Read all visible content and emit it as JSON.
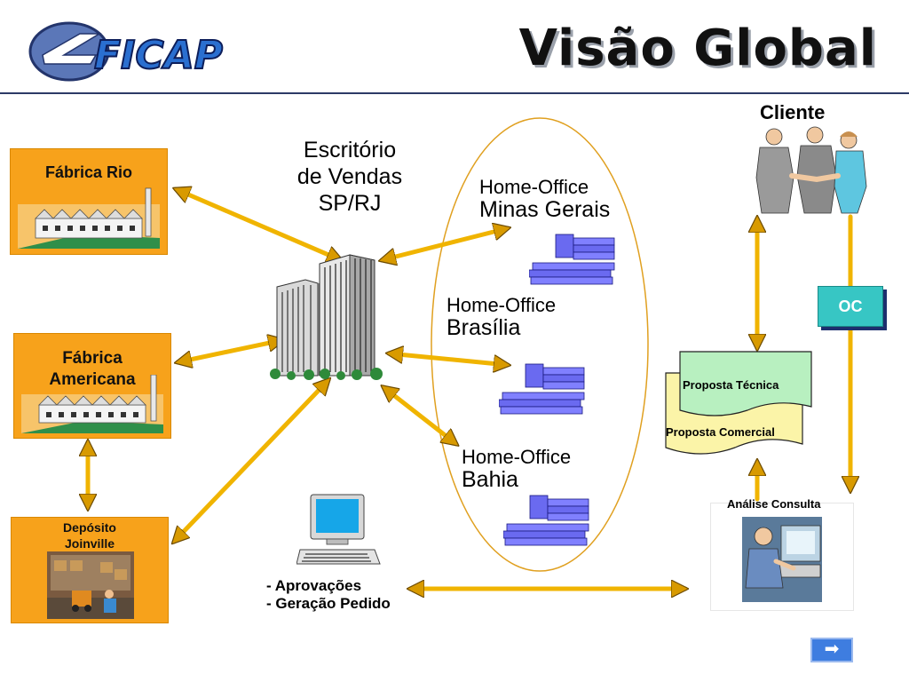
{
  "header": {
    "logo_text": "FICAP",
    "title": "Visão Global"
  },
  "nodes": {
    "fabrica_rio": "Fábrica Rio",
    "fabrica_americana_line1": "Fábrica",
    "fabrica_americana_line2": "Americana",
    "deposito_line1": "Depósito",
    "deposito_line2": "Joinville",
    "escritorio_line1": "Escritório",
    "escritorio_line2": "de Vendas",
    "escritorio_line3": "SP/RJ",
    "home_mg_line1": "Home-Office",
    "home_mg_line2": "Minas Gerais",
    "home_bsb_line1": "Home-Office",
    "home_bsb_line2": "Brasília",
    "home_ba_line1": "Home-Office",
    "home_ba_line2": "Bahia",
    "cliente": "Cliente",
    "oc": "OC",
    "proposta_tecnica": "Proposta Técnica",
    "proposta_comercial": "Proposta Comercial",
    "analise_consulta": "Análise Consulta",
    "aprovacoes": "- Aprovações",
    "geracao_pedido": "- Geração Pedido"
  },
  "navigation": {
    "next_icon": "arrow-right-icon",
    "next_glyph": "➡"
  },
  "colors": {
    "arrow": "#f0b400",
    "orange_box": "#f7a21b",
    "ellipse": "#e0a020",
    "oc_button": "#37c6c4",
    "proposta_tecnica": "#b8f0c0",
    "proposta_comercial": "#fbf4a8",
    "header_line": "#2c3a66"
  }
}
